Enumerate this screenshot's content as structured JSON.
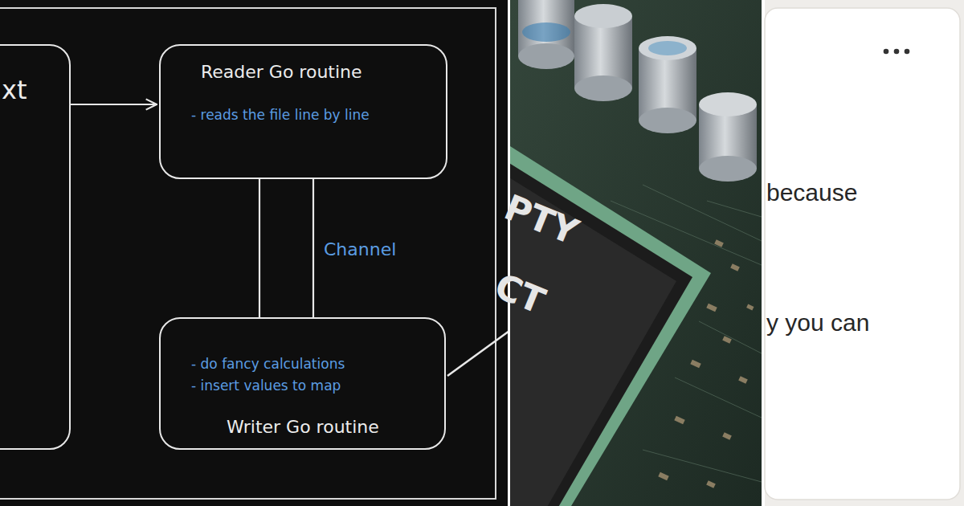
{
  "diagram": {
    "nodes": [
      {
        "text": [
          "xt"
        ]
      },
      {
        "text": [
          "Reader Go routine",
          "- reads the file line by line"
        ]
      },
      {
        "text": [
          "- do fancy calculations",
          "- insert values to map",
          "Writer Go routine"
        ]
      }
    ],
    "edges": [
      {
        "from": 0,
        "to": 1,
        "arrow": "to"
      },
      {
        "from": 1,
        "to": 2,
        "arrow": "none",
        "label": "Channel"
      }
    ],
    "labels": [
      "PTY",
      "CT",
      "because",
      "y you can"
    ]
  }
}
